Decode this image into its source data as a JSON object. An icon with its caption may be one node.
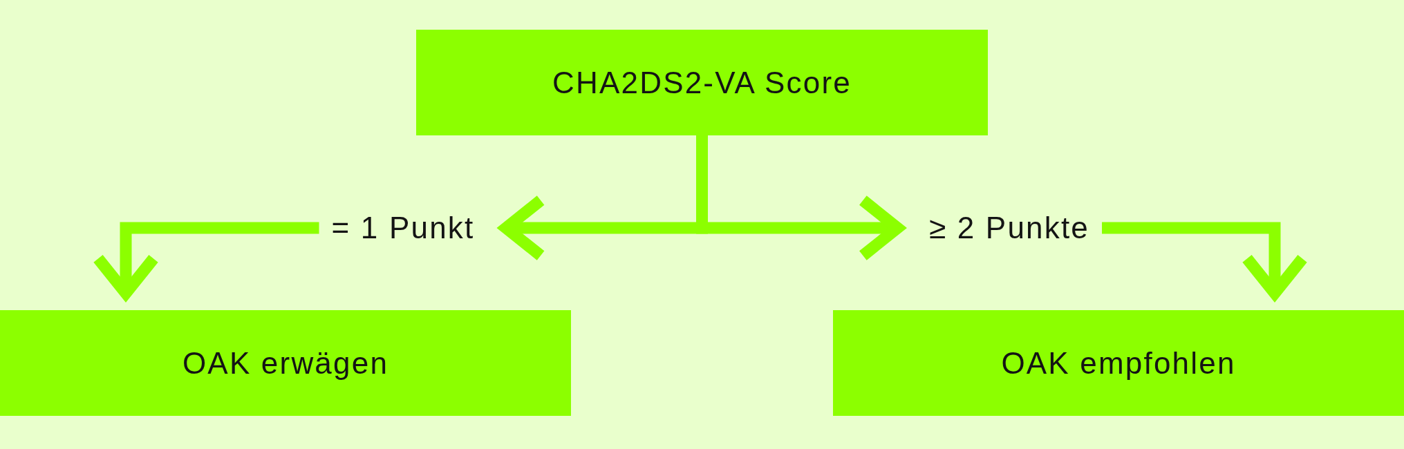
{
  "diagram": {
    "nodes": [
      {
        "text": [
          "CHA2DS2-VA Score"
        ]
      },
      {
        "text": [
          "= 1 Punkt"
        ]
      },
      {
        "text": [
          "≥ 2 Punkte"
        ]
      },
      {
        "text": [
          "OAK erwägen"
        ]
      },
      {
        "text": [
          "OAK empfohlen"
        ]
      }
    ],
    "edges": [
      {
        "from": 0,
        "to": 1,
        "arrow": "to"
      },
      {
        "from": 0,
        "to": 2,
        "arrow": "to"
      },
      {
        "from": 1,
        "to": 3,
        "arrow": "to"
      },
      {
        "from": 2,
        "to": 4,
        "arrow": "to"
      }
    ]
  }
}
